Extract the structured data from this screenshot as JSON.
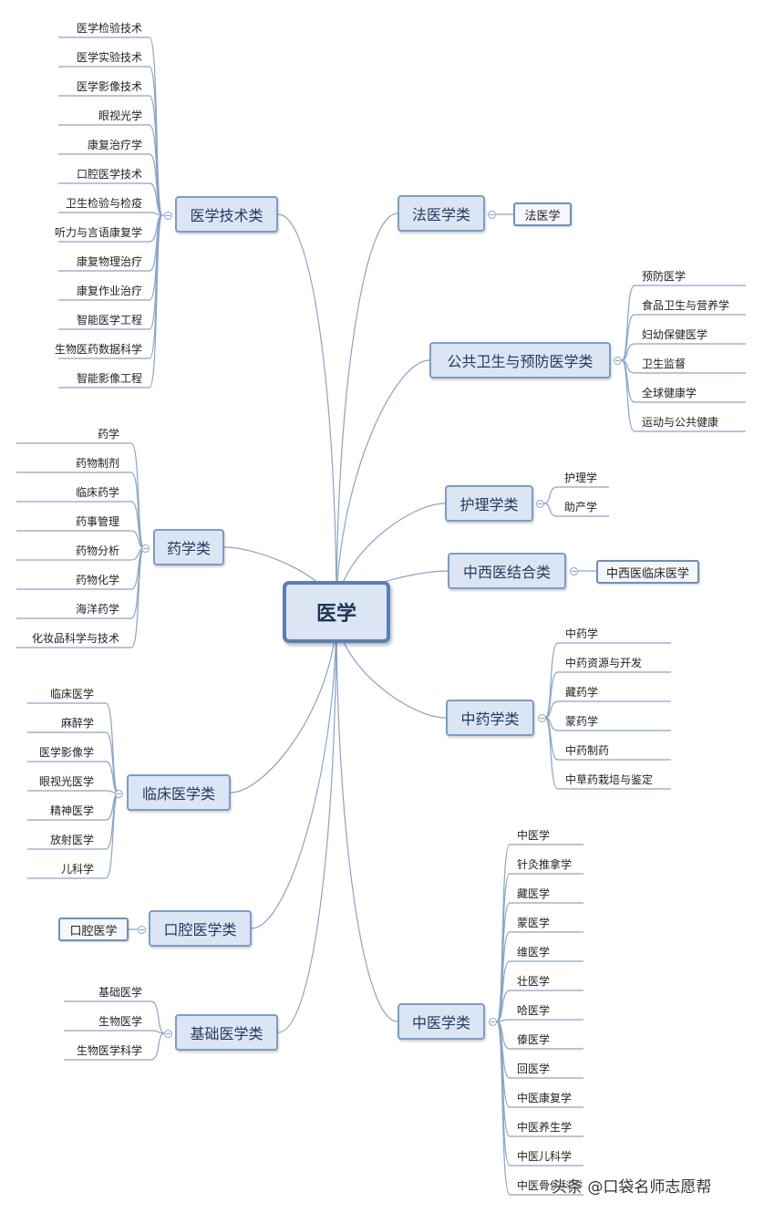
{
  "center": "医学",
  "categories": [
    {
      "label": "医学技术类",
      "side": "left",
      "items": [
        "医学检验技术",
        "医学实验技术",
        "医学影像技术",
        "眼视光学",
        "康复治疗学",
        "口腔医学技术",
        "卫生检验与检疫",
        "听力与言语康复学",
        "康复物理治疗",
        "康复作业治疗",
        "智能医学工程",
        "生物医药数据科学",
        "智能影像工程"
      ]
    },
    {
      "label": "药学类",
      "side": "left",
      "items": [
        "药学",
        "药物制剂",
        "临床药学",
        "药事管理",
        "药物分析",
        "药物化学",
        "海洋药学",
        "化妆品科学与技术"
      ]
    },
    {
      "label": "临床医学类",
      "side": "left",
      "items": [
        "临床医学",
        "麻醉学",
        "医学影像学",
        "眼视光医学",
        "精神医学",
        "放射医学",
        "儿科学"
      ]
    },
    {
      "label": "口腔医学类",
      "side": "left",
      "items": [
        "口腔医学"
      ]
    },
    {
      "label": "基础医学类",
      "side": "left",
      "items": [
        "基础医学",
        "生物医学",
        "生物医学科学"
      ]
    },
    {
      "label": "法医学类",
      "side": "right",
      "items": [
        "法医学"
      ]
    },
    {
      "label": "公共卫生与预防医学类",
      "side": "right",
      "items": [
        "预防医学",
        "食品卫生与营养学",
        "妇幼保健医学",
        "卫生监督",
        "全球健康学",
        "运动与公共健康"
      ]
    },
    {
      "label": "护理学类",
      "side": "right",
      "items": [
        "护理学",
        "助产学"
      ]
    },
    {
      "label": "中西医结合类",
      "side": "right",
      "items": [
        "中西医临床医学"
      ]
    },
    {
      "label": "中药学类",
      "side": "right",
      "items": [
        "中药学",
        "中药资源与开发",
        "藏药学",
        "蒙药学",
        "中药制药",
        "中草药栽培与鉴定"
      ]
    },
    {
      "label": "中医学类",
      "side": "right",
      "items": [
        "中医学",
        "针灸推拿学",
        "藏医学",
        "蒙医学",
        "维医学",
        "壮医学",
        "哈医学",
        "傣医学",
        "回医学",
        "中医康复学",
        "中医养生学",
        "中医儿科学",
        "中医骨伤科学"
      ]
    }
  ],
  "watermark": {
    "text": "头条 @口袋名师志愿帮"
  },
  "colors": {
    "line": "#8aa3c6",
    "node_fill": "#dbe5f4",
    "node_border": "#7e9cc4",
    "center_border": "#5a7fb3"
  }
}
